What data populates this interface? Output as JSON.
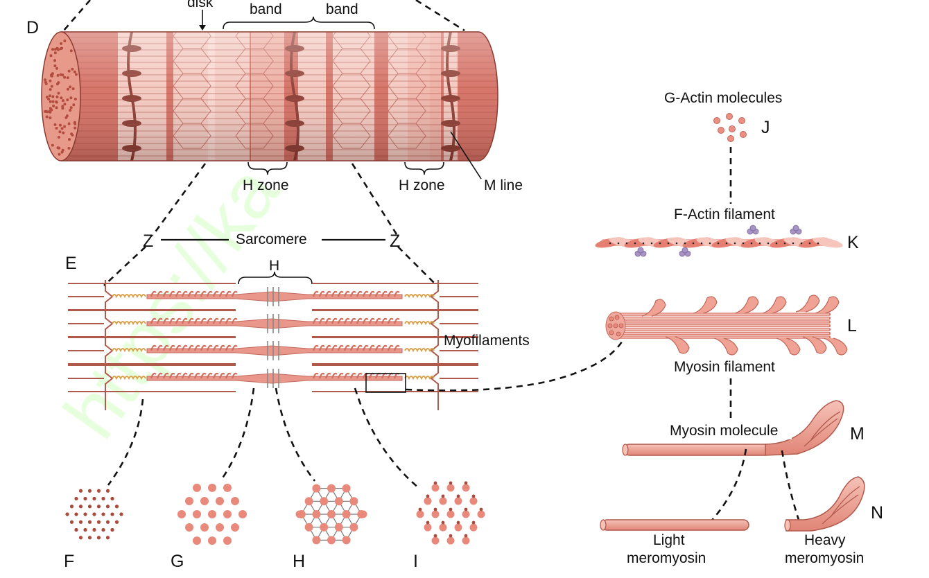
{
  "top": {
    "label_disk": "disk",
    "label_band_1": "band",
    "label_band_2": "band",
    "label_h_zone_1": "H zone",
    "label_h_zone_2": "H zone",
    "label_m_line": "M line"
  },
  "sarcomere": {
    "z_left": "Z",
    "z_right": "Z",
    "label": "Sarcomere",
    "h_label": "H",
    "myofilaments": "Myofilaments"
  },
  "right": {
    "g_actin": "G-Actin molecules",
    "f_actin": "F-Actin filament",
    "myosin_filament": "Myosin filament",
    "myosin_molecule": "Myosin molecule",
    "light_1": "Light",
    "light_2": "meromyosin",
    "heavy_1": "Heavy",
    "heavy_2": "meromyosin"
  },
  "letters": {
    "D": "D",
    "E": "E",
    "F": "F",
    "G": "G",
    "H": "H",
    "I": "I",
    "J": "J",
    "K": "K",
    "L": "L",
    "M": "M",
    "N": "N"
  },
  "watermark": "https://ka",
  "colors": {
    "muscle_dark": "#c0564a",
    "muscle_mid": "#e08a7e",
    "muscle_light": "#f8d8d0",
    "disk": "#8a3a30",
    "filament": "#e9968b",
    "titin": "#d9a24a",
    "dot_dark": "#a84a3c"
  }
}
